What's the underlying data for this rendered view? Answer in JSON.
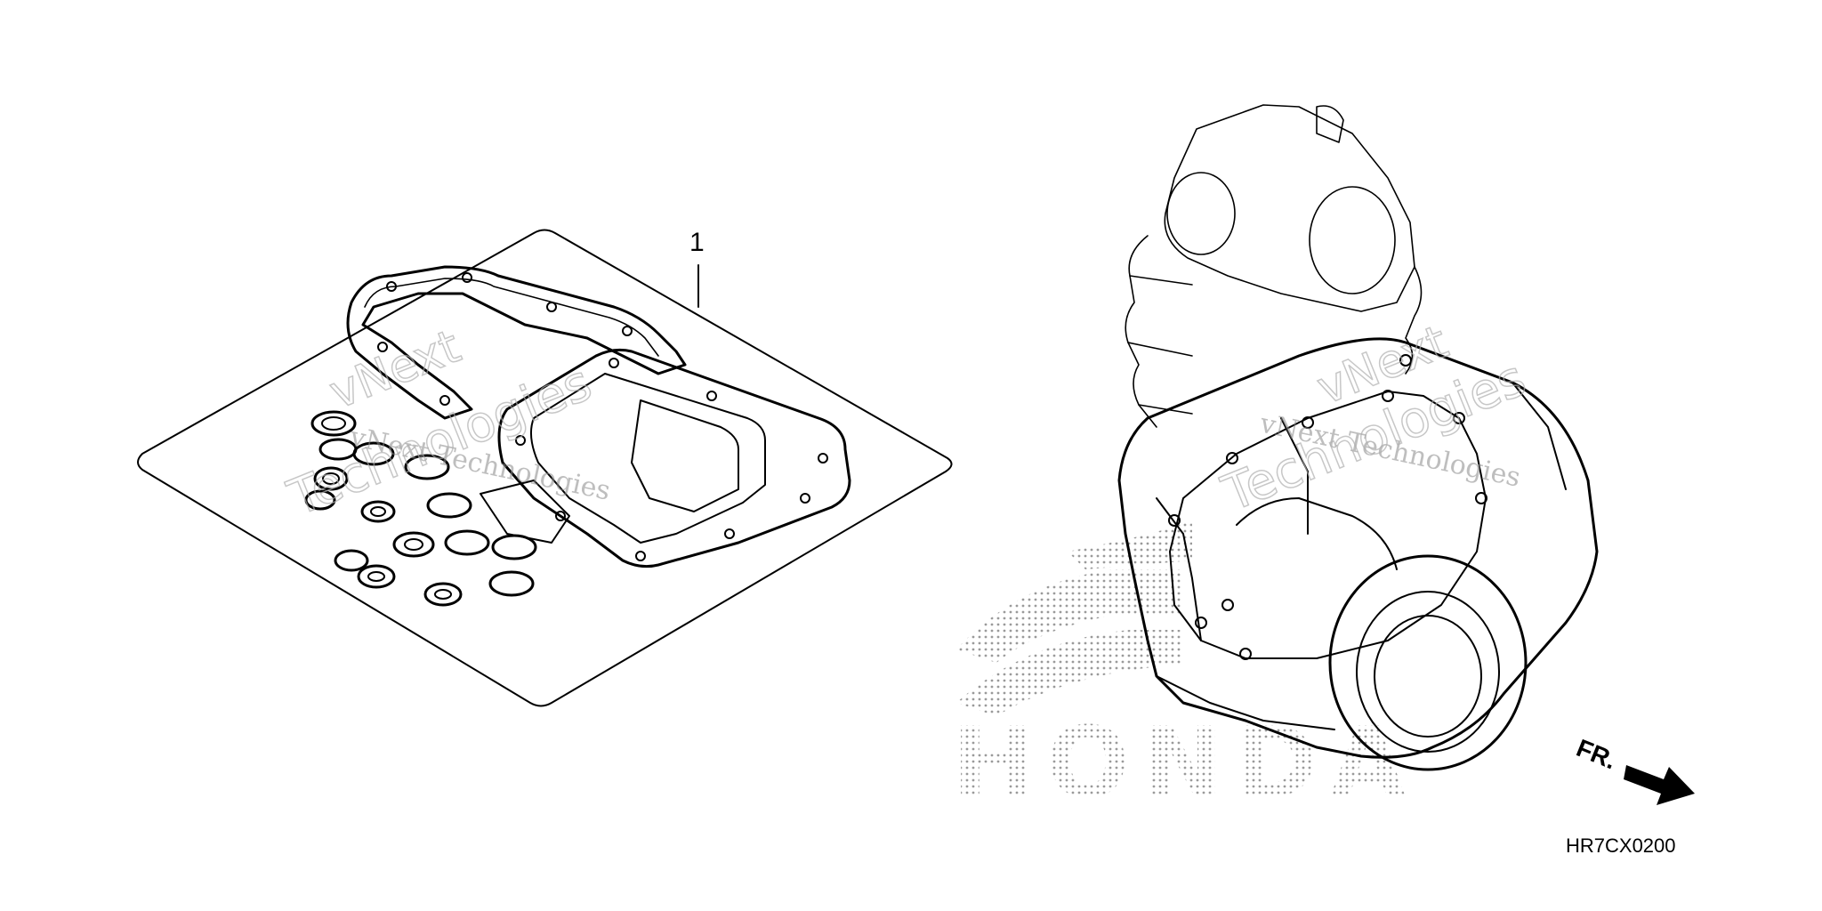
{
  "callout": {
    "label": "1"
  },
  "diagram_code": "HR7CX0200",
  "direction": {
    "label": "FR."
  },
  "watermark": {
    "line1": "vNext Technologies",
    "line2": "Technologies",
    "line_top": "vNext"
  },
  "brand": {
    "logo_text": "HONDA"
  }
}
